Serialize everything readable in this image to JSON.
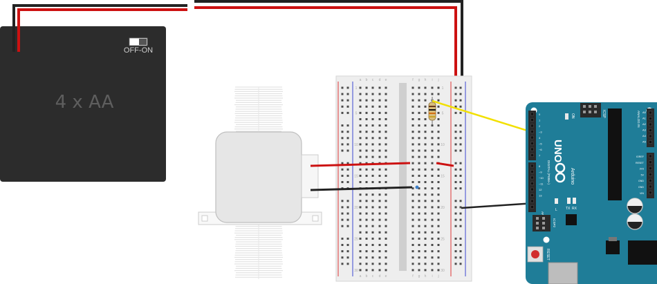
{
  "battery": {
    "label": "4 x AA",
    "switch_label": "OFF-ON"
  },
  "breadboard": {
    "column_letters_left": [
      "a",
      "b",
      "c",
      "d",
      "e"
    ],
    "column_letters_right": [
      "f",
      "g",
      "h",
      "i",
      "j"
    ],
    "row_numbers": [
      "1",
      "5",
      "10",
      "15",
      "20",
      "25",
      "30"
    ]
  },
  "arduino": {
    "model_text": "UNO",
    "brand_text": "Arduino",
    "on_label": "ON",
    "icsp_label": "ICSP",
    "icsp2_label": "ICSP2",
    "reset_label": "RESET",
    "aref_label": "AREF",
    "led_labels": [
      "L",
      "TX",
      "RX"
    ],
    "digital_header_label": "DIGITAL (PWM~)",
    "analog_header_label": "ANALOG IN",
    "power_labels": [
      "IOREF",
      "RESET",
      "3V3",
      "5V",
      "GND",
      "GND",
      "VIN"
    ],
    "digital_pin_labels": [
      "0",
      "1",
      "2",
      "~3",
      "4",
      "~5",
      "~6",
      "7",
      "8",
      "~9",
      "~10",
      "~11",
      "12",
      "13"
    ],
    "analog_pin_labels": [
      "A0",
      "A1",
      "A2",
      "A3",
      "A4",
      "A5"
    ]
  },
  "colors": {
    "board_teal": "#1f7d98",
    "battery_dark": "#2c2c2c",
    "wire_red": "#cc1111",
    "wire_black": "#222222",
    "wire_yellow": "#f2e000",
    "breadboard_body": "#eeeeee",
    "rail_red": "#e05555",
    "rail_blue": "#5a62d6"
  }
}
